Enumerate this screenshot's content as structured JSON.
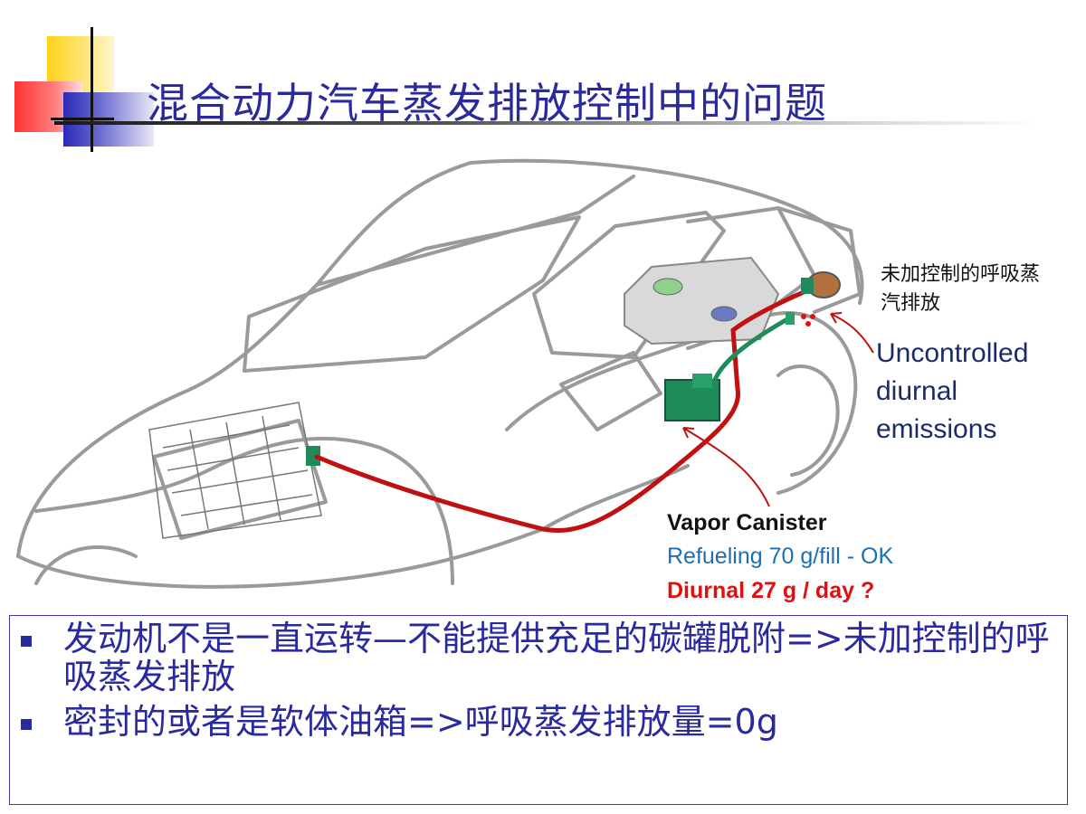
{
  "slide": {
    "title": "混合动力汽车蒸发排放控制中的问题"
  },
  "illustration": {
    "label_cn": "未加控制的呼吸蒸汽排放",
    "label_en": "Uncontrolled diurnal emissions",
    "canister_title": "Vapor Canister",
    "canister_refuel": "Refueling 70 g/fill - OK",
    "canister_diurnal": "Diurnal 27 g / day ?",
    "colors": {
      "car_outline": "#9a9a9a",
      "vapor_line": "#c01010",
      "canister": "#1f8a5a",
      "label_blue": "#1f6fb0",
      "label_red": "#e01010"
    }
  },
  "bullets": [
    "发动机不是一直运转—不能提供充足的碳罐脱附=>未加控制的呼吸蒸发排放",
    "密封的或者是软体油箱=>呼吸蒸发排放量=0g"
  ]
}
